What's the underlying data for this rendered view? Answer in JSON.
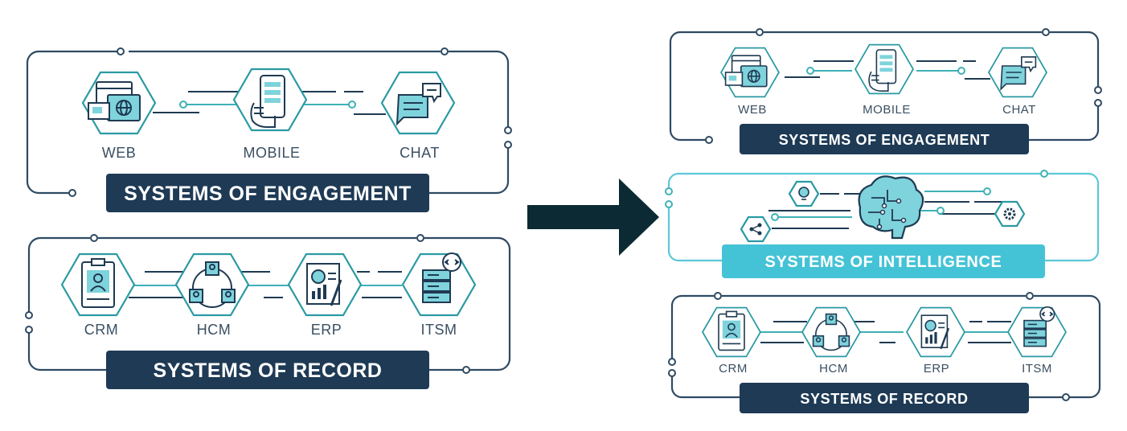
{
  "colors": {
    "navy": "#1e3a55",
    "teal": "#2a9aa3",
    "cyan_band": "#45c3d6",
    "arrow": "#0c2a33",
    "icon_fill": "#7fd3dc"
  },
  "left": {
    "engagement": {
      "band": "SYSTEMS OF ENGAGEMENT",
      "items": [
        {
          "label": "WEB",
          "icon": "web-browser-icon"
        },
        {
          "label": "MOBILE",
          "icon": "mobile-phone-icon"
        },
        {
          "label": "CHAT",
          "icon": "chat-bubble-icon"
        }
      ]
    },
    "record": {
      "band": "SYSTEMS OF RECORD",
      "items": [
        {
          "label": "CRM",
          "icon": "crm-clipboard-icon"
        },
        {
          "label": "HCM",
          "icon": "hcm-people-icon"
        },
        {
          "label": "ERP",
          "icon": "erp-report-icon"
        },
        {
          "label": "ITSM",
          "icon": "itsm-server-icon"
        }
      ]
    }
  },
  "arrow": {
    "icon": "right-arrow-icon"
  },
  "right": {
    "engagement": {
      "band": "SYSTEMS OF ENGAGEMENT",
      "items": [
        {
          "label": "WEB",
          "icon": "web-browser-icon"
        },
        {
          "label": "MOBILE",
          "icon": "mobile-phone-icon"
        },
        {
          "label": "CHAT",
          "icon": "chat-bubble-icon"
        }
      ]
    },
    "intelligence": {
      "band": "SYSTEMS OF INTELLIGENCE",
      "icons": [
        "lightbulb-icon",
        "brain-circuit-icon",
        "share-icon",
        "gear-icon"
      ]
    },
    "record": {
      "band": "SYSTEMS OF RECORD",
      "items": [
        {
          "label": "CRM",
          "icon": "crm-clipboard-icon"
        },
        {
          "label": "HCM",
          "icon": "hcm-people-icon"
        },
        {
          "label": "ERP",
          "icon": "erp-report-icon"
        },
        {
          "label": "ITSM",
          "icon": "itsm-server-icon"
        }
      ]
    }
  }
}
